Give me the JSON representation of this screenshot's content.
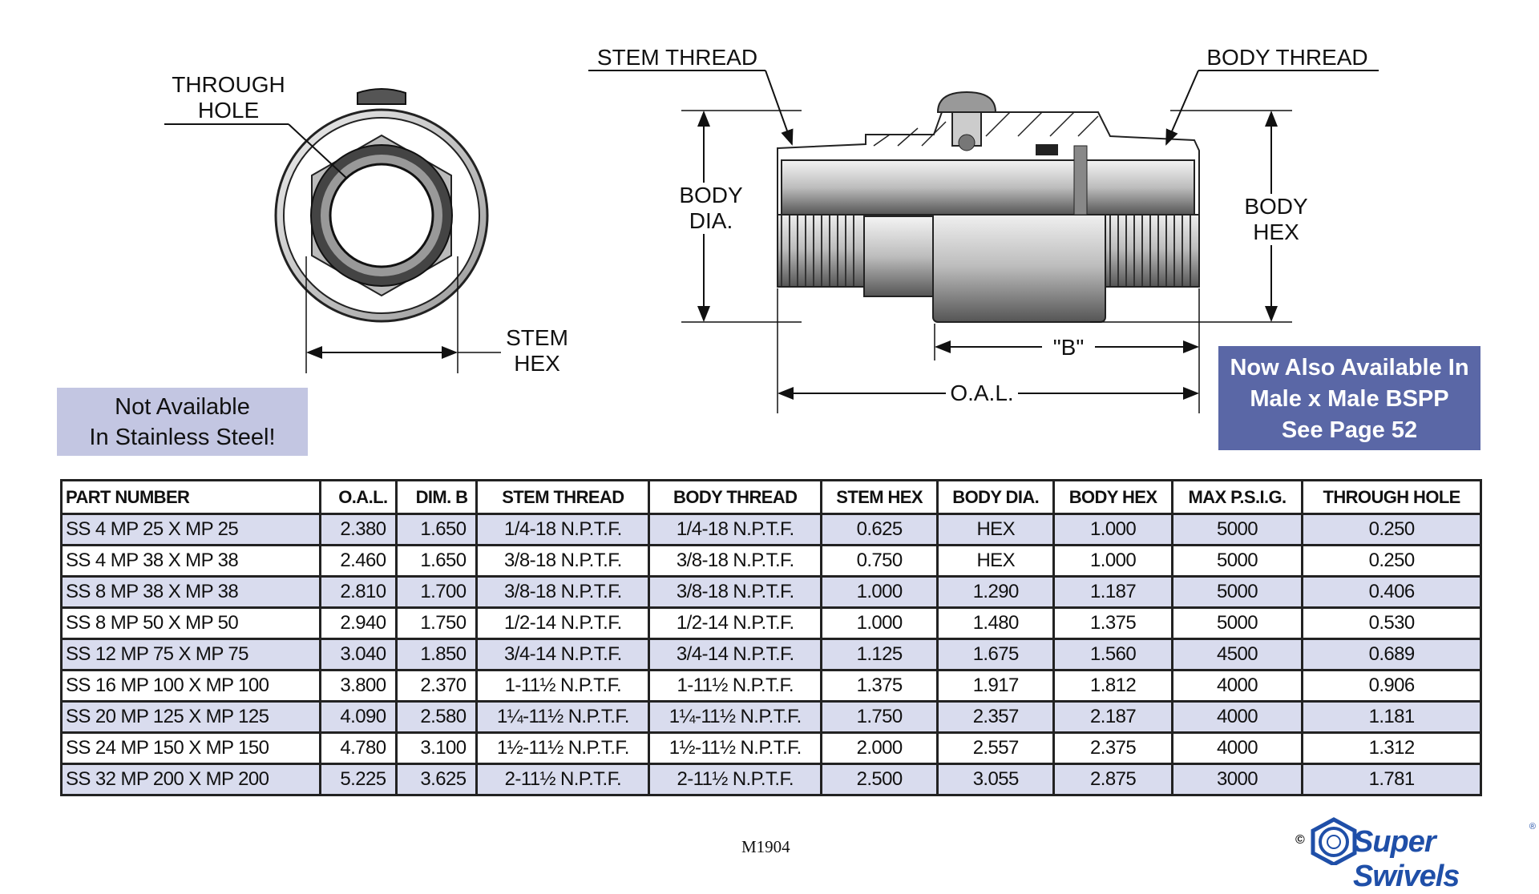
{
  "diagram": {
    "through_hole": "THROUGH\nHOLE",
    "stem_hex": "STEM\nHEX",
    "stem_thread": "STEM THREAD",
    "body_thread": "BODY THREAD",
    "body_dia": "BODY\nDIA.",
    "body_hex": "BODY\nHEX",
    "dim_b": "\"B\"",
    "oal": "O.A.L."
  },
  "notice": "Not Available\nIn Stainless Steel!",
  "promo": "Now Also Available In\nMale x Male BSPP\nSee Page 52",
  "table": {
    "headers": [
      "PART NUMBER",
      "O.A.L.",
      "DIM. B",
      "STEM THREAD",
      "BODY THREAD",
      "STEM HEX",
      "BODY DIA.",
      "BODY HEX",
      "MAX P.S.I.G.",
      "THROUGH HOLE"
    ],
    "rows": [
      [
        "SS 4 MP 25 X MP 25",
        "2.380",
        "1.650",
        "1/4-18 N.P.T.F.",
        "1/4-18 N.P.T.F.",
        "0.625",
        "HEX",
        "1.000",
        "5000",
        "0.250"
      ],
      [
        "SS 4 MP 38 X MP 38",
        "2.460",
        "1.650",
        "3/8-18 N.P.T.F.",
        "3/8-18 N.P.T.F.",
        "0.750",
        "HEX",
        "1.000",
        "5000",
        "0.250"
      ],
      [
        "SS 8 MP 38 X MP 38",
        "2.810",
        "1.700",
        "3/8-18 N.P.T.F.",
        "3/8-18 N.P.T.F.",
        "1.000",
        "1.290",
        "1.187",
        "5000",
        "0.406"
      ],
      [
        "SS 8 MP 50 X MP 50",
        "2.940",
        "1.750",
        "1/2-14 N.P.T.F.",
        "1/2-14 N.P.T.F.",
        "1.000",
        "1.480",
        "1.375",
        "5000",
        "0.530"
      ],
      [
        "SS 12 MP 75 X MP 75",
        "3.040",
        "1.850",
        "3/4-14 N.P.T.F.",
        "3/4-14 N.P.T.F.",
        "1.125",
        "1.675",
        "1.560",
        "4500",
        "0.689"
      ],
      [
        "SS 16 MP 100 X MP 100",
        "3.800",
        "2.370",
        "1-11½ N.P.T.F.",
        "1-11½ N.P.T.F.",
        "1.375",
        "1.917",
        "1.812",
        "4000",
        "0.906"
      ],
      [
        "SS 20 MP 125 X MP 125",
        "4.090",
        "2.580",
        "1¼-11½ N.P.T.F.",
        "1¼-11½ N.P.T.F.",
        "1.750",
        "2.357",
        "2.187",
        "4000",
        "1.181"
      ],
      [
        "SS 24 MP 150 X MP 150",
        "4.780",
        "3.100",
        "1½-11½ N.P.T.F.",
        "1½-11½ N.P.T.F.",
        "2.000",
        "2.557",
        "2.375",
        "4000",
        "1.312"
      ],
      [
        "SS 32 MP 200 X MP 200",
        "5.225",
        "3.625",
        "2-11½ N.P.T.F.",
        "2-11½ N.P.T.F.",
        "2.500",
        "3.055",
        "2.875",
        "3000",
        "1.781"
      ]
    ]
  },
  "footer_code": "M1904",
  "logo": {
    "text": "Super Swivels",
    "copyright": "©",
    "registered": "®"
  },
  "colors": {
    "row_shade": "#d9dcee",
    "promo_bg": "#5a67a6",
    "notice_bg": "#c3c6e2",
    "logo_blue": "#1f4fa8"
  }
}
